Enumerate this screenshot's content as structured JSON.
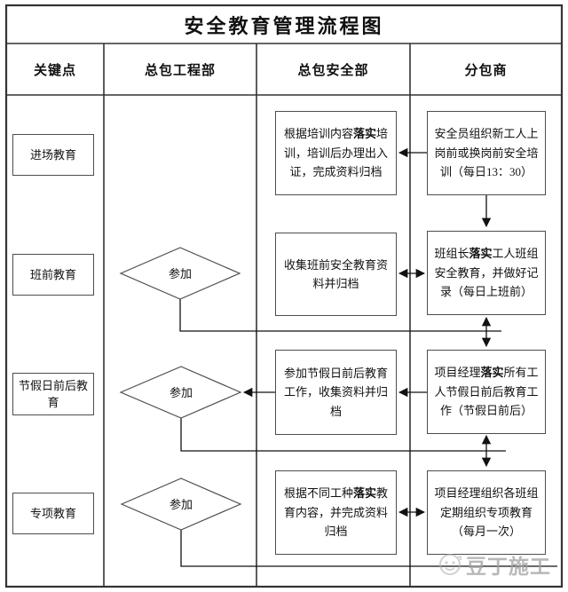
{
  "title": "安全教育管理流程图",
  "headers": {
    "col1": "关键点",
    "col2": "总包工程部",
    "col3": "总包安全部",
    "col4": "分包商"
  },
  "rows": [
    {
      "key": "进场教育",
      "decision": "",
      "safety": {
        "pre": "根据培训内容",
        "bold": "落实",
        "post": "培训，培训后办理出入证，完成资料归档"
      },
      "sub": {
        "pre": "安全员组织新工人上岗前或换岗前安全培训（每日13：30）",
        "bold": "",
        "post": ""
      }
    },
    {
      "key": "班前教育",
      "decision": "参加",
      "safety": {
        "pre": "收集班前安全教育资料并归档",
        "bold": "",
        "post": ""
      },
      "sub": {
        "pre": "班组长",
        "bold": "落实",
        "post": "工人班组安全教育，并做好记录（每日上班前）"
      }
    },
    {
      "key": "节假日前后教育",
      "decision": "参加",
      "safety": {
        "pre": "参加节假日前后教育工作，收集资料并归档",
        "bold": "",
        "post": ""
      },
      "sub": {
        "pre": "项目经理",
        "bold": "落实",
        "post": "所有工人节假日前后教育工作（节假日前后）"
      }
    },
    {
      "key": "专项教育",
      "decision": "参加",
      "safety": {
        "pre": "根据不同工种",
        "bold": "落实",
        "post": "教育内容，并完成资料归档"
      },
      "sub": {
        "pre": "项目经理组织各班组定期组织专项教育（每月一次）",
        "bold": "",
        "post": ""
      }
    }
  ],
  "watermark": {
    "text": "豆丁施工"
  },
  "colors": {
    "grid_line": "#333333",
    "box_border": "#4d4d4d",
    "arrow": "#111111",
    "watermark_gray": "#b3b3b3"
  }
}
